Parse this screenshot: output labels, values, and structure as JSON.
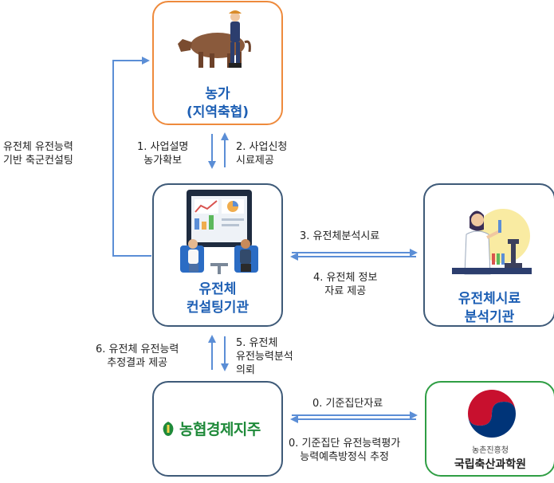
{
  "nodes": {
    "farm": {
      "title": "농가\n(지역축협)"
    },
    "consulting": {
      "title": "유전체\n컨설팅기관"
    },
    "analysis": {
      "title": "유전체시료\n분석기관"
    },
    "coop": {
      "logo_text": "농협경제지주"
    },
    "institute": {
      "small_text": "농촌진흥청",
      "name": "국립축산과학원"
    }
  },
  "labels": {
    "consulting_service": "유전체 유전능력\n기반 축군컨설팅",
    "explain_secure": "1. 사업설명\n농가확보",
    "apply_provide": "2. 사업신청\n시료제공",
    "send_samples": "3. 유전체분석시료",
    "return_info": "4. 유전체 정보\n자료 제공",
    "request_eval": "5. 유전체\n유전능력분석\n의뢰",
    "provide_results": "6. 유전체 유전능력\n추정결과 제공",
    "ref_data": "0. 기준집단자료",
    "ref_eval": "0. 기준집단 유전능력평가\n능력예측방정식 추정"
  },
  "colors": {
    "arrow": "#5b8ed6",
    "title": "#1d5fb4",
    "coop_logo": "#1f8a3a",
    "farm_border": "#ee8a3c",
    "default_border": "#3e5a78",
    "institute_border": "#2f9e44"
  }
}
